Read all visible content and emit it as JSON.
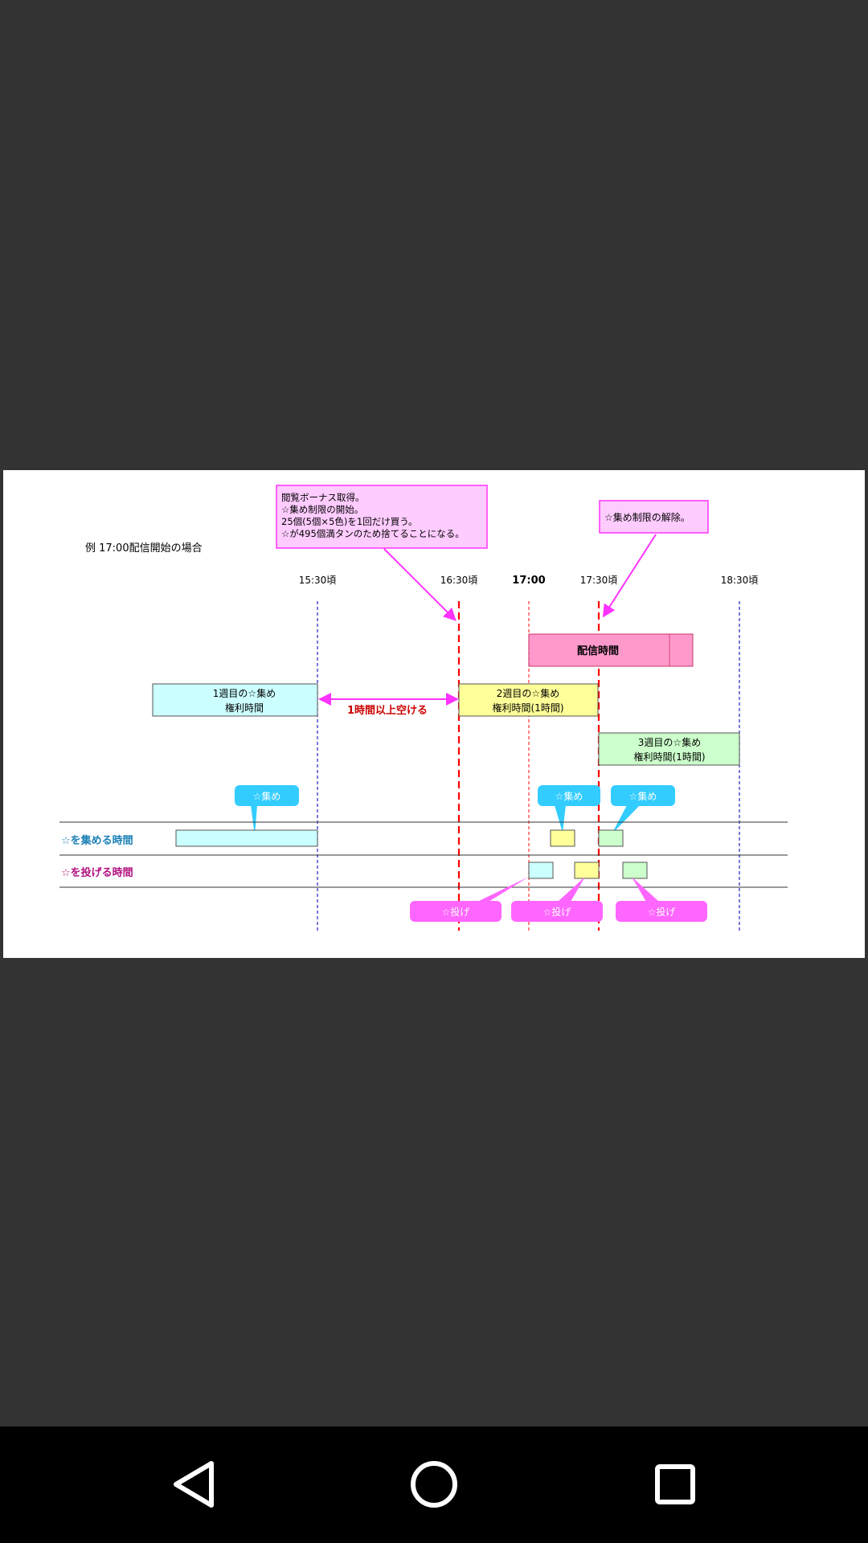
{
  "document": {
    "title": "例 17:00配信開始の場合",
    "callout_top": [
      "閲覧ボーナス取得。",
      "☆集め制限の開始。",
      "25個(5個×5色)を1回だけ買う。",
      "☆が495個満タンのため捨てることになる。"
    ],
    "callout_right": "☆集め制限の解除。",
    "time_labels": [
      "15:30頃",
      "16:30頃",
      "17:00",
      "17:30頃",
      "18:30頃"
    ],
    "broadcast_label": "配信時間",
    "week1": [
      "1週目の☆集め",
      "権利時間"
    ],
    "gap_label": "1時間以上空ける",
    "week2": [
      "2週目の☆集め",
      "権利時間(1時間)"
    ],
    "week3": [
      "3週目の☆集め",
      "権利時間(1時間)"
    ],
    "row_collect_label": "☆を集める時間",
    "row_throw_label": "☆を投げる時間",
    "bubble_collect": "☆集め",
    "bubble_throw": "☆投げ",
    "colors": {
      "cyan_box": "#ccffff",
      "yellow_box": "#ffff99",
      "green_box": "#ccffcc",
      "pink_box": "#ff99cc",
      "callout_fill": "#ffccff",
      "magenta": "#ff33ff",
      "collect_bubble": "#33ccff",
      "throw_bubble": "#ff66ff",
      "red_line": "#ff0000",
      "blue_line": "#3333cc"
    }
  },
  "navigation": {
    "back_icon": "back-triangle-icon",
    "home_icon": "home-circle-icon",
    "recents_icon": "recents-square-icon"
  }
}
